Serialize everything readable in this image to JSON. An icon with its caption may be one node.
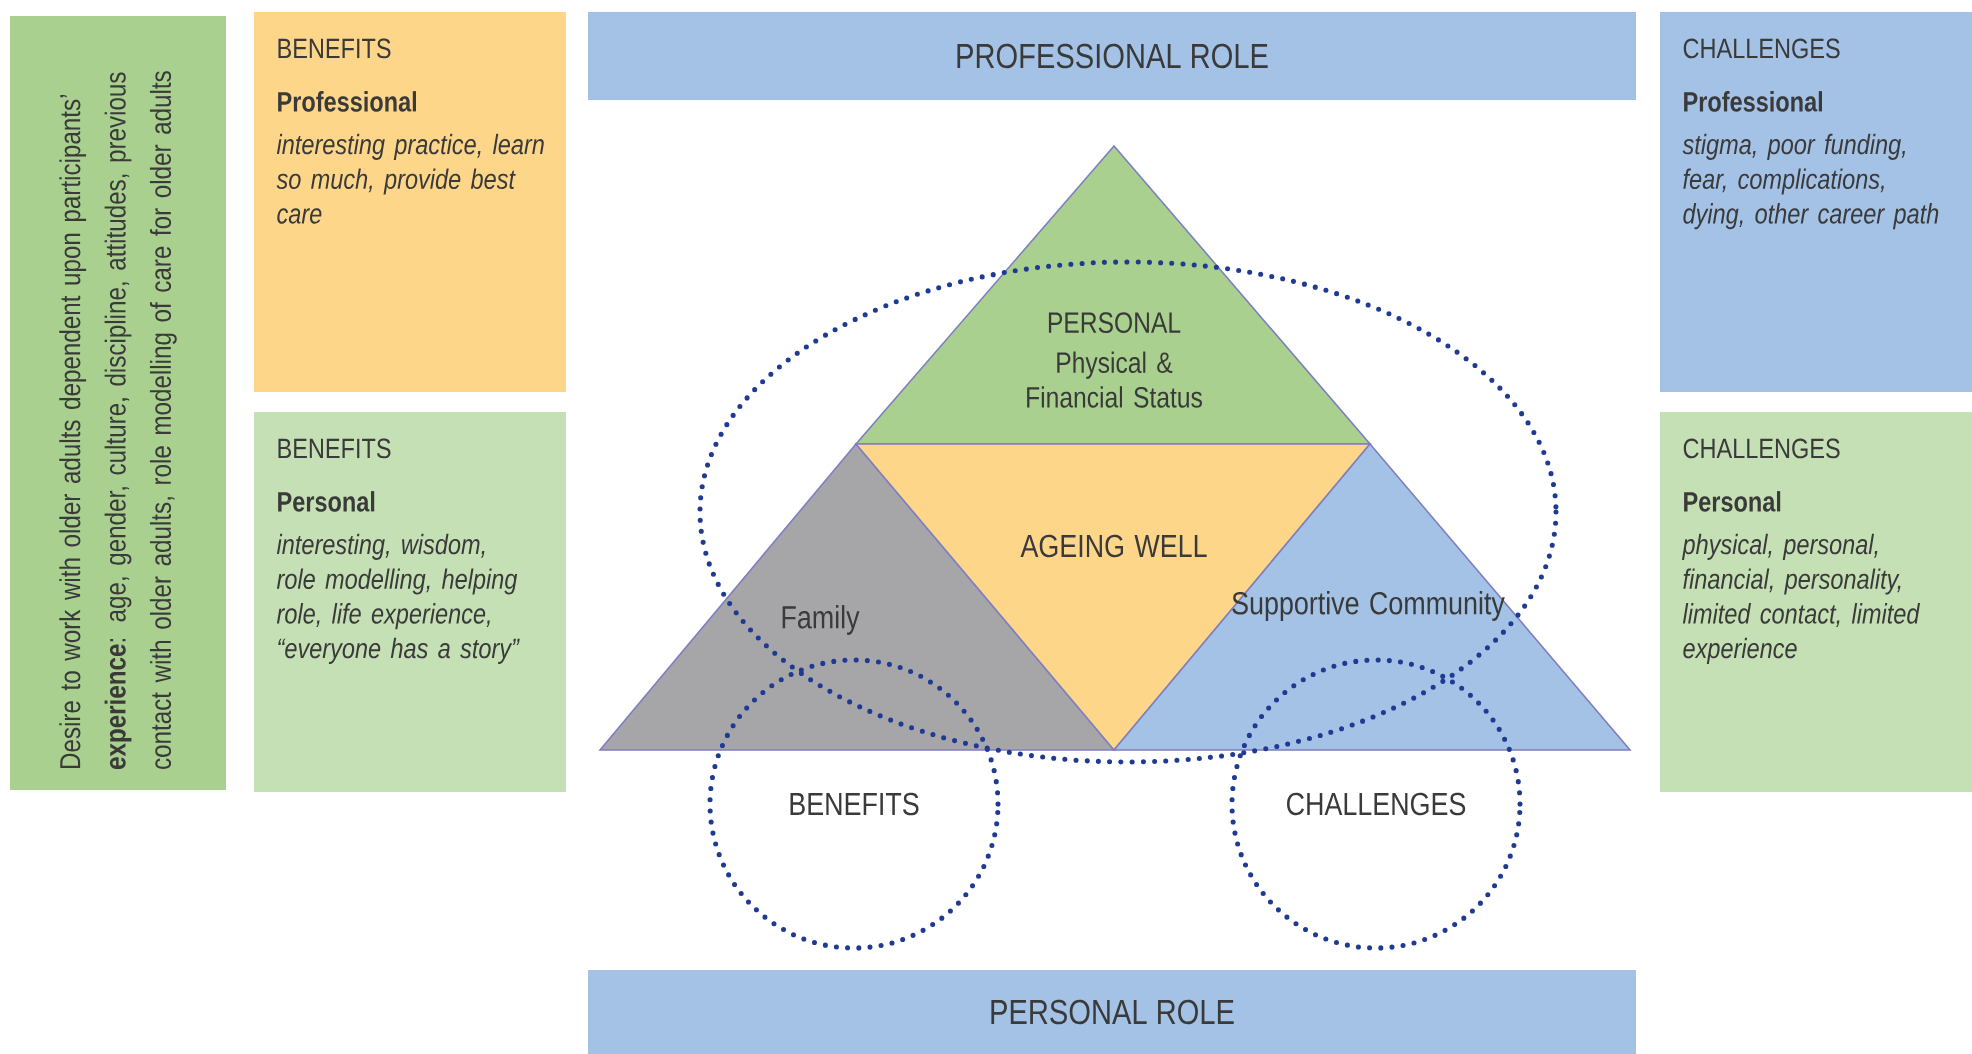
{
  "diagram": {
    "nodes": [
      {
        "text": [
          "Desire to work with older adults dependent upon participants’ **experience**: age, gender, culture, discipline, attitudes, previous contact with older adults, role modelling of care for older adults"
        ]
      },
      {
        "text": [
          "BENEFITS",
          "Professional",
          "interesting practice, learn so much, provide best care"
        ]
      },
      {
        "text": [
          "BENEFITS",
          "Personal",
          "interesting, wisdom, role modelling, helping role, life experience, “everyone has a story”"
        ]
      },
      {
        "text": [
          "PROFESSIONAL ROLE"
        ]
      },
      {
        "text": [
          "PERSONAL",
          "Physical & Financial Status"
        ]
      },
      {
        "text": [
          "Family"
        ]
      },
      {
        "text": [
          "AGEING WELL"
        ]
      },
      {
        "text": [
          "Supportive Community"
        ]
      },
      {
        "text": [
          "BENEFITS"
        ]
      },
      {
        "text": [
          "CHALLENGES"
        ]
      },
      {
        "text": [
          "PERSONAL ROLE"
        ]
      },
      {
        "text": [
          "CHALLENGES",
          "Professional",
          "stigma, poor funding, fear, complications, dying, other career path"
        ]
      },
      {
        "text": [
          "CHALLENGES",
          "Personal",
          "physical, personal, financial, personality, limited contact, limited experience"
        ]
      }
    ]
  }
}
